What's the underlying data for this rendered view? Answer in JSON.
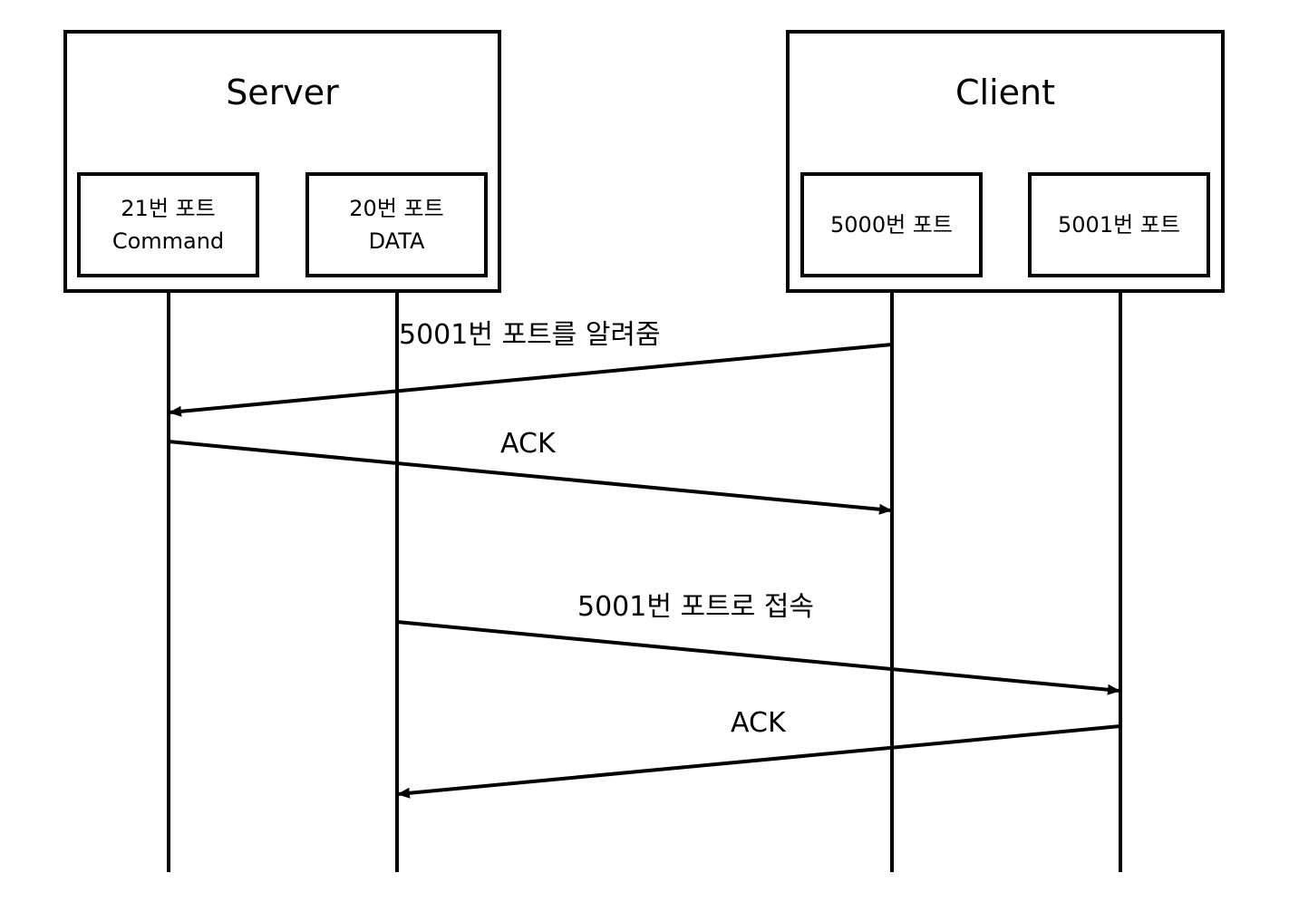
{
  "server": {
    "title": "Server",
    "ports": [
      {
        "name": "21번 포트",
        "sub": "Command"
      },
      {
        "name": "20번 포트",
        "sub": "DATA"
      }
    ]
  },
  "client": {
    "title": "Client",
    "ports": [
      {
        "name": "5000번 포트"
      },
      {
        "name": "5001번 포트"
      }
    ]
  },
  "messages": [
    {
      "label": "5001번 포트를 알려줌",
      "from": "client-port-5000",
      "to": "server-port-21"
    },
    {
      "label": "ACK",
      "from": "server-port-21",
      "to": "client-port-5000"
    },
    {
      "label": "5001번 포트로 접속",
      "from": "server-port-20",
      "to": "client-port-5001"
    },
    {
      "label": "ACK",
      "from": "client-port-5001",
      "to": "server-port-20"
    }
  ]
}
